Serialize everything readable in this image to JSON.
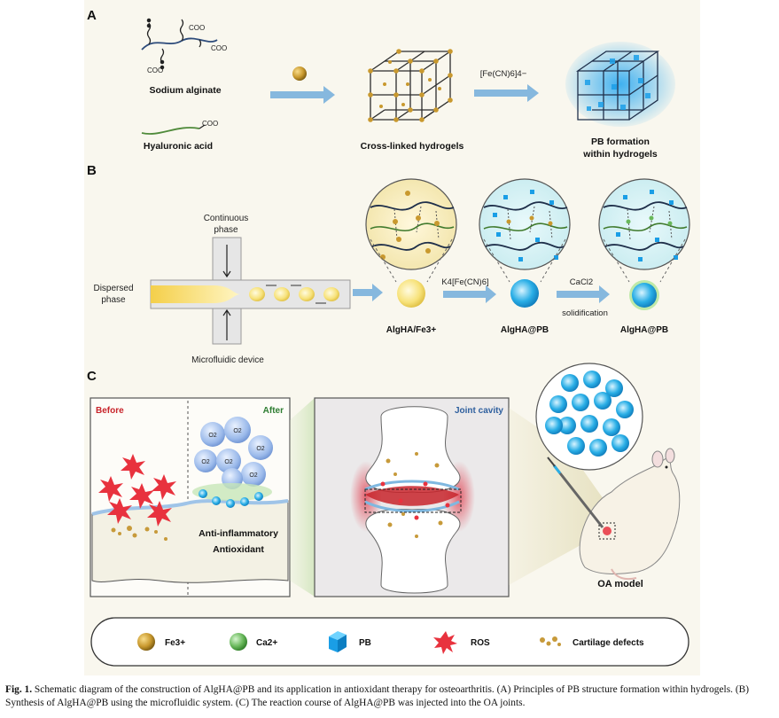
{
  "panels": {
    "a": {
      "letter": "A",
      "sodium_alginate": "Sodium alginate",
      "hyaluronic_acid": "Hyaluronic acid",
      "crosslinked": "Cross-linked hydrogels",
      "reagent": "[Fe(CN)6]4−",
      "pb_formation_line1": "PB formation",
      "pb_formation_line2": "within hydrogels",
      "coo": "COO"
    },
    "b": {
      "letter": "B",
      "continuous_line1": "Continuous",
      "continuous_line2": "phase",
      "dispersed_line1": "Dispersed",
      "dispersed_line2": "phase",
      "device": "Microfluidic device",
      "reagent1": "K4[Fe(CN)6]",
      "reagent2": "CaCl2",
      "step2_caption": "solidification",
      "product1": "AlgHA/Fe3+",
      "product2": "AlgHA@PB",
      "product3": "AlgHA@PB"
    },
    "c": {
      "letter": "C",
      "before": "Before",
      "after": "After",
      "o2": "O2",
      "effect1": "Anti-inflammatory",
      "effect2": "Antioxidant",
      "joint_cavity": "Joint cavity",
      "model": "OA model"
    }
  },
  "legend": [
    {
      "icon": "fe-ion-icon",
      "label": "Fe3+"
    },
    {
      "icon": "ca-ion-icon",
      "label": "Ca2+"
    },
    {
      "icon": "pb-cube-icon",
      "label": "PB"
    },
    {
      "icon": "ros-icon",
      "label": "ROS"
    },
    {
      "icon": "cartilage-defect-icon",
      "label": "Cartilage defects"
    }
  ],
  "caption": {
    "label": "Fig. 1.",
    "text": "Schematic diagram of the construction of AlgHA@PB and its application in antioxidant therapy for osteoarthritis. (A) Principles of PB structure formation within hydrogels. (B) Synthesis of AlgHA@PB using the microfluidic system. (C) The reaction course of AlgHA@PB was injected into the OA joints."
  },
  "colors": {
    "panel_bg": "#f9f7ee",
    "arrow": "#7fb4dc",
    "gold": "#c9992e",
    "pb_blue": "#29aee6",
    "before_red": "#c8242b",
    "after_green": "#2e7d32",
    "joint_blue": "#2e5f9e"
  }
}
